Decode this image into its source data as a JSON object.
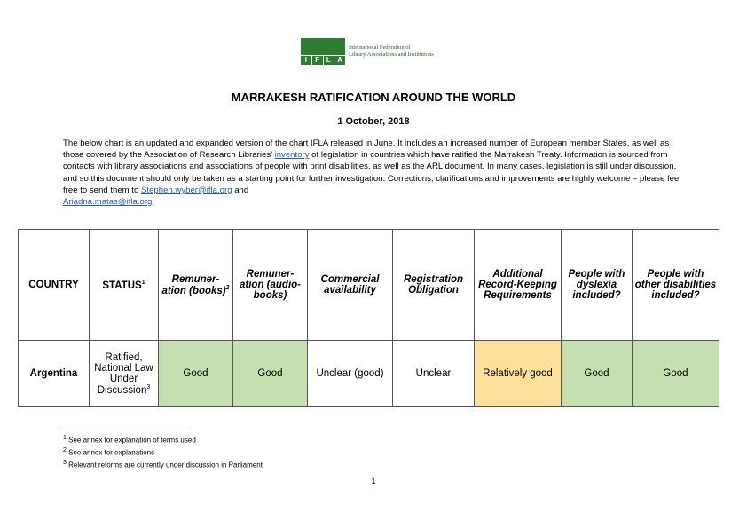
{
  "logo": {
    "cells": [
      "I",
      "F",
      "L",
      "A"
    ],
    "line1": "International Federation of",
    "line2": "Library Associations and Institutions"
  },
  "title": "MARRAKESH RATIFICATION AROUND THE WORLD",
  "date": "1 October, 2018",
  "intro": {
    "part1": "The below chart is an updated and expanded version of the chart IFLA released in June. It includes an increased number of European member States, as well as those covered by the Association of Research Libraries’ ",
    "link1": "inventory",
    "part2": " of legislation in countries which have ratified the Marrakesh Treaty. Information is sourced from contacts with library associations and associations of people with print disabilities, as well as the ARL document. In many cases, legislation is still under discussion, and so this document should only be taken as a starting point for further investigation. Corrections, clarifications and improvements are highly welcome – please feel free to send them to ",
    "email1": "Stephen.wyber@ifla.org",
    "and": " and ",
    "email2": "Ariadna.matas@ifla.org"
  },
  "table": {
    "headers": {
      "country": "COUNTRY",
      "status": "STATUS",
      "status_sup": "1",
      "rem_books": "Remuner-ation (books)",
      "rem_books_sup": "2",
      "rem_audio": "Remuner-ation (audio-books)",
      "commercial": "Commercial availability",
      "registration": "Registration Obligation",
      "record": "Additional Record-Keeping Requirements",
      "dyslexia": "People with dyslexia included?",
      "other": "People with other disabilities included?"
    },
    "row": {
      "country": "Argentina",
      "status": "Ratified, National Law Under Discussion",
      "status_sup": "3",
      "rem_books": "Good",
      "rem_audio": "Good",
      "commercial": "Unclear (good)",
      "registration": "Unclear",
      "record": "Relatively good",
      "dyslexia": "Good",
      "other": "Good"
    }
  },
  "footnotes": [
    {
      "num": "1",
      "text": " See annex for explanation of terms used"
    },
    {
      "num": "2",
      "text": " See annex for explanations"
    },
    {
      "num": "3",
      "text": " Relevant reforms are currently under discussion in Parliament"
    }
  ],
  "page_number": "1",
  "colors": {
    "good": "#c6dfb1",
    "relatively_good": "#fde19b",
    "link": "#1f5fbf",
    "logo_green": "#2e7d32"
  }
}
